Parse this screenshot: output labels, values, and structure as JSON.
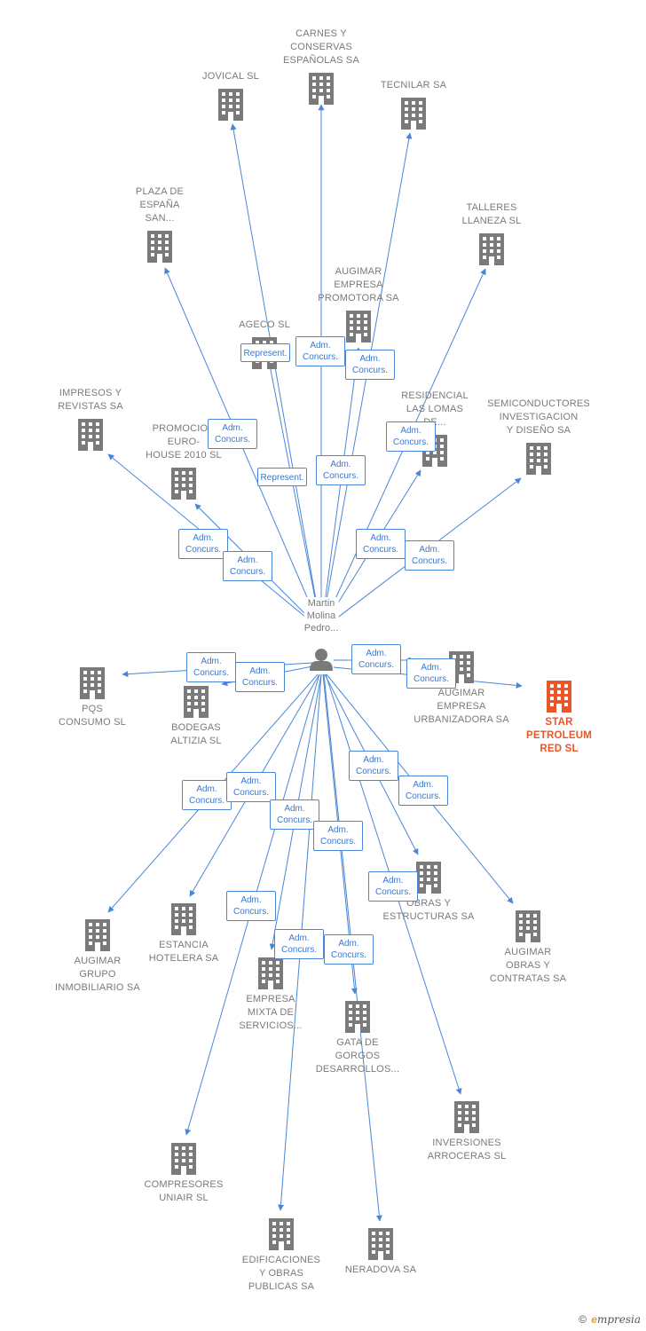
{
  "colors": {
    "edge": "#4a86d8",
    "building": "#7a7a7a",
    "focus_building": "#e8572a",
    "label": "#7a7a7a"
  },
  "center_person": {
    "icon": "person-icon"
  },
  "person_node": {
    "label": [
      "Martin",
      "Molina",
      "Pedro..."
    ]
  },
  "focus_company": {
    "label": [
      "STAR",
      "PETROLEUM",
      "RED SL"
    ],
    "icon": "building-icon"
  },
  "companies": [
    {
      "id": "carnes",
      "label": [
        "CARNES Y",
        "CONSERVAS",
        "ESPAÑOLAS SA"
      ]
    },
    {
      "id": "jovical",
      "label": [
        "JOVICAL SL"
      ]
    },
    {
      "id": "tecnilar",
      "label": [
        "TECNILAR SA"
      ]
    },
    {
      "id": "plaza",
      "label": [
        "PLAZA DE",
        "ESPAÑA",
        "SAN..."
      ]
    },
    {
      "id": "talleres",
      "label": [
        "TALLERES",
        "LLANEZA SL"
      ]
    },
    {
      "id": "augimar_promotora",
      "label": [
        "AUGIMAR",
        "EMPRESA",
        "PROMOTORA SA"
      ]
    },
    {
      "id": "ageco",
      "label": [
        "AGECO SL"
      ]
    },
    {
      "id": "impresos",
      "label": [
        "IMPRESOS Y",
        "REVISTAS SA"
      ]
    },
    {
      "id": "residencial",
      "label": [
        "RESIDENCIAL",
        "LAS LOMAS",
        "DE..."
      ]
    },
    {
      "id": "semiconductores",
      "label": [
        "SEMICONDUCTORES",
        "INVESTIGACION",
        "Y DISEÑO SA"
      ]
    },
    {
      "id": "promocion",
      "label": [
        "PROMOCION",
        "EURO-",
        "HOUSE 2010 SL"
      ]
    },
    {
      "id": "pqs",
      "label": [
        "PQS",
        "CONSUMO SL"
      ]
    },
    {
      "id": "bodegas",
      "label": [
        "BODEGAS",
        "ALTIZIA SL"
      ]
    },
    {
      "id": "augimar_urbanizadora",
      "label": [
        "AUGIMAR",
        "EMPRESA",
        "URBANIZADORA SA"
      ]
    },
    {
      "id": "augimar_grupo",
      "label": [
        "AUGIMAR",
        "GRUPO",
        "INMOBILIARIO SA"
      ]
    },
    {
      "id": "estancia",
      "label": [
        "ESTANCIA",
        "HOTELERA SA"
      ]
    },
    {
      "id": "obras_estructuras",
      "label": [
        "OBRAS Y",
        "ESTRUCTURAS SA"
      ]
    },
    {
      "id": "augimar_obras",
      "label": [
        "AUGIMAR",
        "OBRAS Y",
        "CONTRATAS SA"
      ]
    },
    {
      "id": "empresa_mixta",
      "label": [
        "EMPRESA",
        "MIXTA DE",
        "SERVICIOS..."
      ]
    },
    {
      "id": "gata",
      "label": [
        "GATA DE",
        "GORGOS",
        "DESARROLLOS..."
      ]
    },
    {
      "id": "inversiones",
      "label": [
        "INVERSIONES",
        "ARROCERAS SL"
      ]
    },
    {
      "id": "compresores",
      "label": [
        "COMPRESORES",
        "UNIAIR SL"
      ]
    },
    {
      "id": "edificaciones",
      "label": [
        "EDIFICACIONES",
        "Y OBRAS",
        "PUBLICAS SA"
      ]
    },
    {
      "id": "neradova",
      "label": [
        "NERADOVA SA"
      ]
    }
  ],
  "relations": [
    {
      "id": "r_ageco_rep",
      "text": [
        "Represent."
      ]
    },
    {
      "id": "r_carnes",
      "text": [
        "Adm.",
        "Concurs."
      ]
    },
    {
      "id": "r_tecnilar",
      "text": [
        "Adm.",
        "Concurs."
      ]
    },
    {
      "id": "r_plaza",
      "text": [
        "Adm.",
        "Concurs."
      ]
    },
    {
      "id": "r_talleres",
      "text": [
        "Adm.",
        "Concurs."
      ]
    },
    {
      "id": "r_jovical_rep",
      "text": [
        "Represent."
      ]
    },
    {
      "id": "r_promotora",
      "text": [
        "Adm.",
        "Concurs."
      ]
    },
    {
      "id": "r_impresos",
      "text": [
        "Adm.",
        "Concurs."
      ]
    },
    {
      "id": "r_promocion",
      "text": [
        "Adm.",
        "Concurs."
      ]
    },
    {
      "id": "r_residencial",
      "text": [
        "Adm.",
        "Concurs."
      ]
    },
    {
      "id": "r_semiconductores",
      "text": [
        "Adm.",
        "Concurs."
      ]
    },
    {
      "id": "r_pqs",
      "text": [
        "Adm.",
        "Concurs."
      ]
    },
    {
      "id": "r_bodegas",
      "text": [
        "Adm.",
        "Concurs."
      ]
    },
    {
      "id": "r_urbanizadora",
      "text": [
        "Adm.",
        "Concurs."
      ]
    },
    {
      "id": "r_star",
      "text": [
        "Adm.",
        "Concurs."
      ]
    },
    {
      "id": "r_obras_estructuras",
      "text": [
        "Adm.",
        "Concurs."
      ]
    },
    {
      "id": "r_augimar_obras",
      "text": [
        "Adm.",
        "Concurs."
      ]
    },
    {
      "id": "r_grupo",
      "text": [
        "Adm.",
        "Concurs."
      ]
    },
    {
      "id": "r_estancia",
      "text": [
        "Adm.",
        "Concurs."
      ]
    },
    {
      "id": "r_empresa_mixta",
      "text": [
        "Adm.",
        "Concurs."
      ]
    },
    {
      "id": "r_gata",
      "text": [
        "Adm.",
        "Concurs."
      ]
    },
    {
      "id": "r_compresores",
      "text": [
        "Adm.",
        "Concurs."
      ]
    },
    {
      "id": "r_edificaciones",
      "text": [
        "Adm.",
        "Concurs."
      ]
    },
    {
      "id": "r_neradova",
      "text": [
        "Adm.",
        "Concurs."
      ]
    },
    {
      "id": "r_inversiones",
      "text": [
        "Adm.",
        "Concurs."
      ]
    }
  ],
  "footer": {
    "copyright": "©",
    "brand_initial": "e",
    "brand_rest": "mpresia"
  }
}
